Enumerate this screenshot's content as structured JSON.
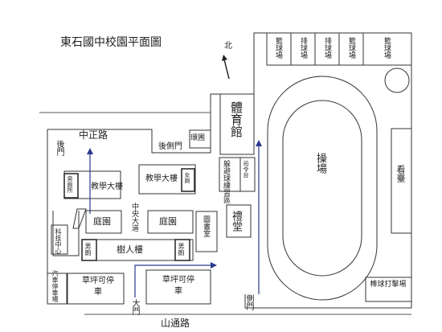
{
  "title": "東石國中校園平面圖",
  "compass": "北",
  "roads": {
    "zhongzheng": "中正路",
    "shantong": "山通路"
  },
  "gates": {
    "back_side": "後側門",
    "back": "後門",
    "main": "大門",
    "side": "側門"
  },
  "courts": [
    "籃球場",
    "排球場",
    "排球場",
    "籃球場",
    "籃球場"
  ],
  "buildings": {
    "gym": "體育館",
    "playground": "操場",
    "stands": "看臺",
    "auditorium": "禮堂",
    "library": "圖書室",
    "teaching_1": "教學大樓",
    "teaching_2": "教學大樓",
    "shuren": "樹人樓",
    "science": "科技中心",
    "recycling": "環圃",
    "stage": "司令台",
    "practice_field": "躲避球練習區",
    "baseball": "棒球打擊場"
  },
  "areas": {
    "garden_1": "庭園",
    "garden_2": "庭園",
    "central_road": "中央大道",
    "lawn_1": "草坪可停車",
    "lawn_2": "草坪可停車",
    "parking": "汽車停車場"
  },
  "restrooms": {
    "men_1": "男廁所",
    "women": "女廁",
    "men_2": "男廁",
    "men_3": "男廁"
  }
}
